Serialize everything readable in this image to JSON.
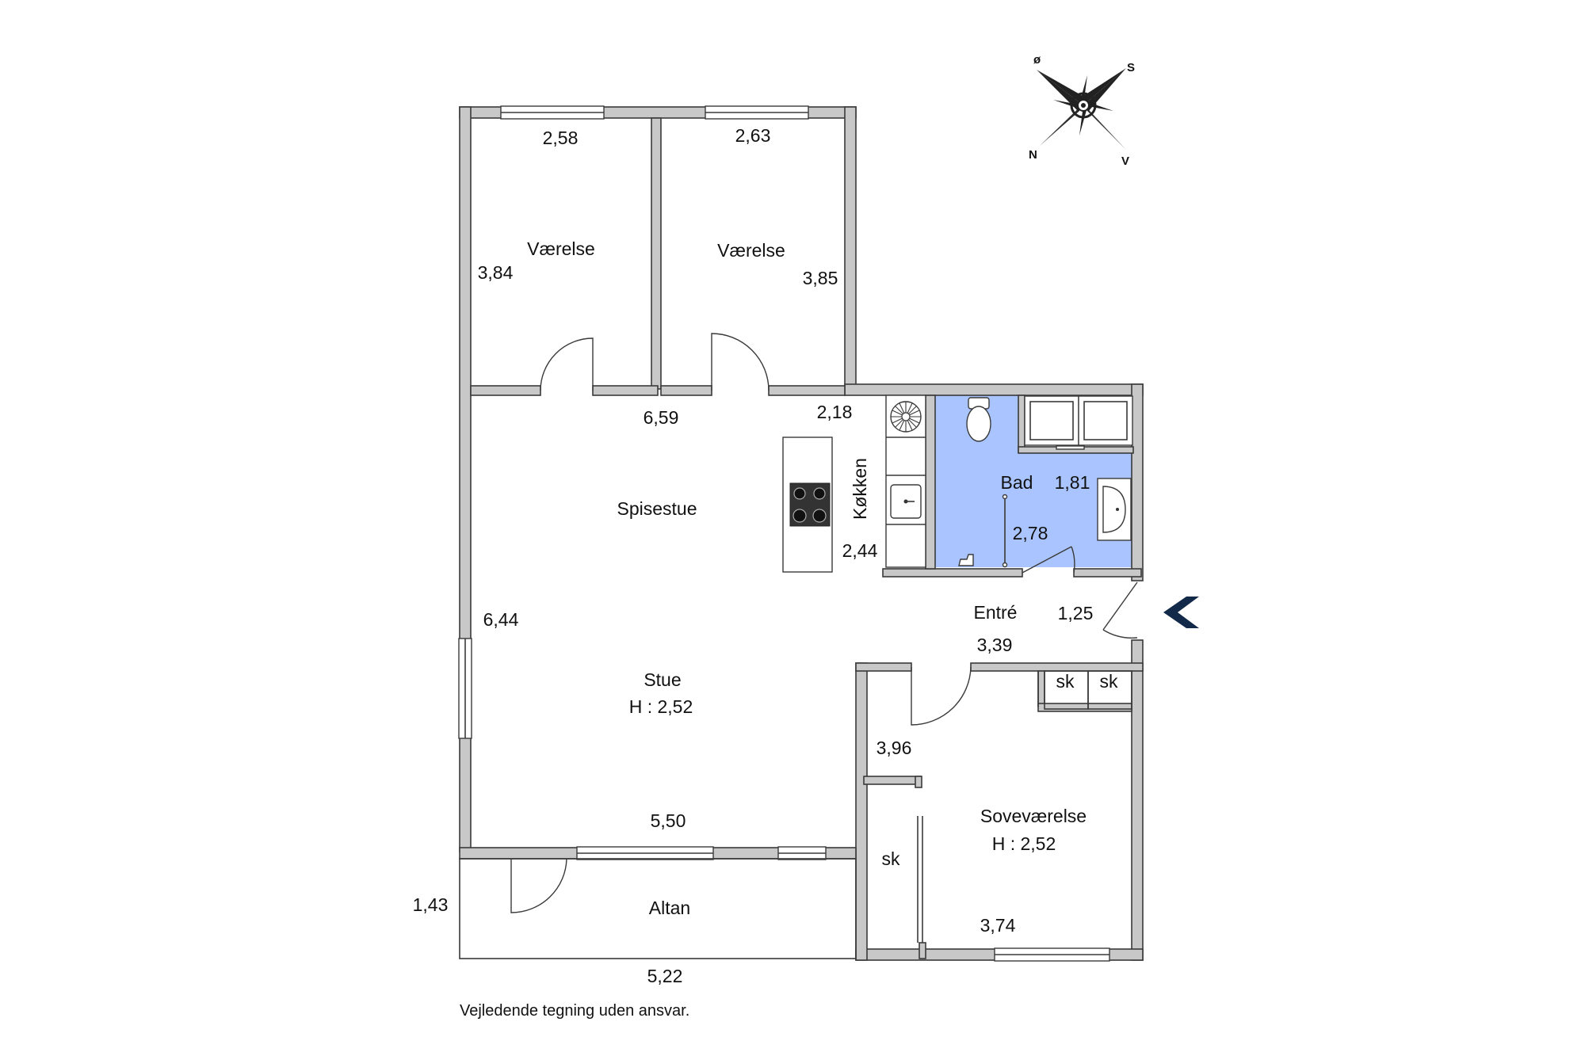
{
  "rooms": {
    "vaerelse_1": "Værelse",
    "vaerelse_2": "Værelse",
    "spisestue": "Spisestue",
    "koekken": "Køkken",
    "bad": "Bad",
    "entre": "Entré",
    "stue": "Stue",
    "stue_height": "H : 2,52",
    "sovevaerelse": "Soveværelse",
    "sovevaerelse_height": "H : 2,52",
    "altan": "Altan",
    "skab_1": "sk",
    "skab_2": "sk",
    "skab_3": "sk"
  },
  "dimensions": {
    "vaerelse_1_width": "2,58",
    "vaerelse_1_depth": "3,84",
    "vaerelse_2_width": "2,63",
    "vaerelse_2_depth": "3,85",
    "spisestue_width": "6,59",
    "koekken_width": "2,18",
    "koekken_depth": "2,44",
    "bad_width": "1,81",
    "bad_depth": "2,78",
    "entre_width": "1,25",
    "entre_depth": "3,39",
    "stue_depth": "6,44",
    "stue_width": "5,50",
    "sovevaerelse_depth": "3,96",
    "sovevaerelse_width": "3,74",
    "altan_depth": "1,43",
    "altan_width": "5,22"
  },
  "compass": {
    "north": "N",
    "south": "S",
    "east": "ø",
    "west": "V"
  },
  "footer": {
    "disclaimer": "Vejledende tegning uden ansvar."
  },
  "colors": {
    "wall": "#c8c8c8",
    "bathroom": "#a9c4ff",
    "entrance_arrow": "#12294a"
  },
  "icons": {
    "entrance": "entrance-arrow-icon",
    "compass": "compass-rose-icon"
  }
}
